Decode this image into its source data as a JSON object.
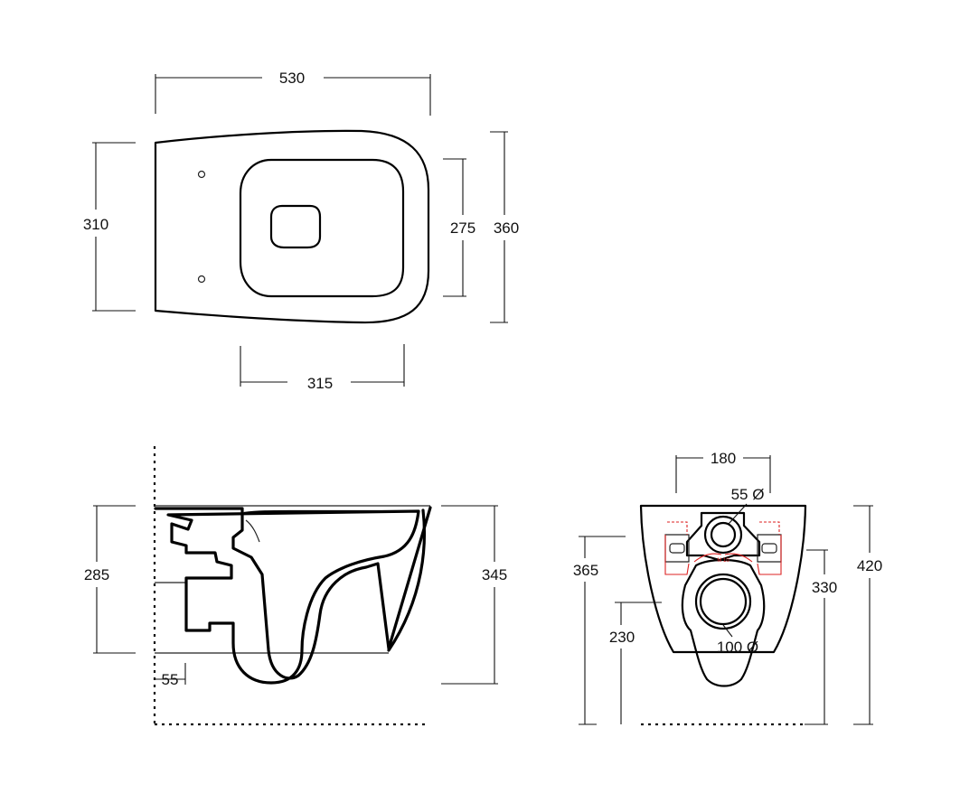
{
  "top_view": {
    "overall_length": "530",
    "width_at_wall": "310",
    "bowl_opening_width": "275",
    "overall_width": "360",
    "bowl_opening_length": "315"
  },
  "side_view": {
    "height_at_wall": "285",
    "overall_height": "345",
    "offset": "55"
  },
  "rear_view": {
    "inlet_spacing": "180",
    "inlet_diameter": "55 Ø",
    "outlet_diameter": "100 Ø",
    "outlet_height": "230",
    "inlet_height": "365",
    "fixing_height": "330",
    "rim_height": "420"
  }
}
